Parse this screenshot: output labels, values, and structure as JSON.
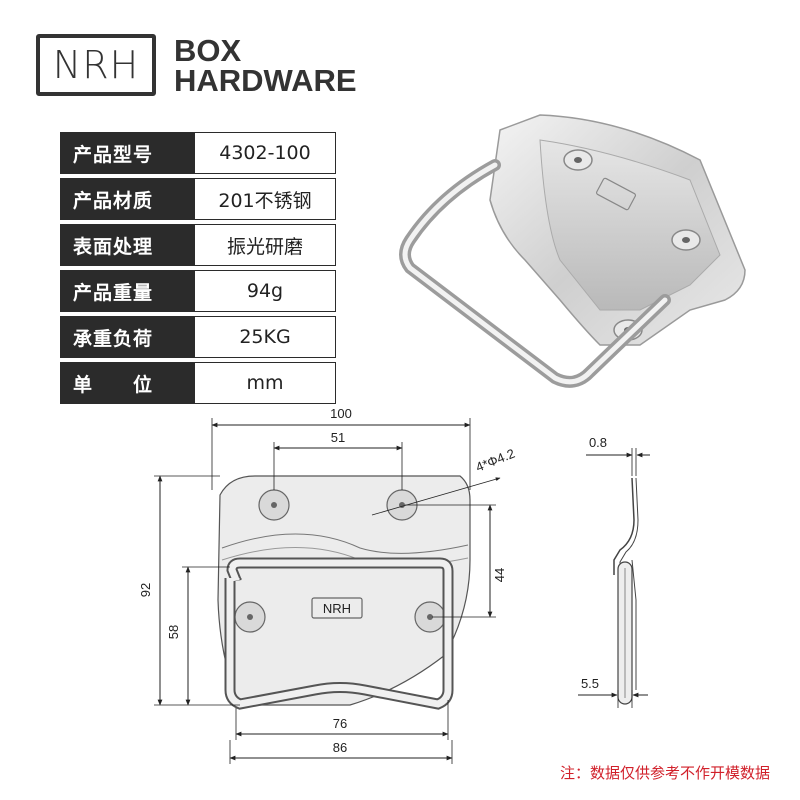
{
  "brand": {
    "mark": "NRH",
    "line1": "BOX",
    "line2": "HARDWARE"
  },
  "specs": [
    {
      "label": "产品型号",
      "value": "4302-100"
    },
    {
      "label": "产品材质",
      "value": "201不锈钢"
    },
    {
      "label": "表面处理",
      "value": "振光研磨"
    },
    {
      "label": "产品重量",
      "value": "94g"
    },
    {
      "label": "承重负荷",
      "value": "25KG"
    },
    {
      "label": "单　　位",
      "value": "mm"
    }
  ],
  "drawing": {
    "front": {
      "width_total": "100",
      "hole_spacing": "51",
      "hole_spec": "4*Φ4.2",
      "height_total": "92",
      "handle_height": "58",
      "vertical_hole": "44",
      "handle_inner": "76",
      "handle_outer": "86",
      "plate_mark": "NRH"
    },
    "side": {
      "thickness": "0.8",
      "wire": "5.5"
    }
  },
  "note": "注：数据仅供参考不作开模数据"
}
